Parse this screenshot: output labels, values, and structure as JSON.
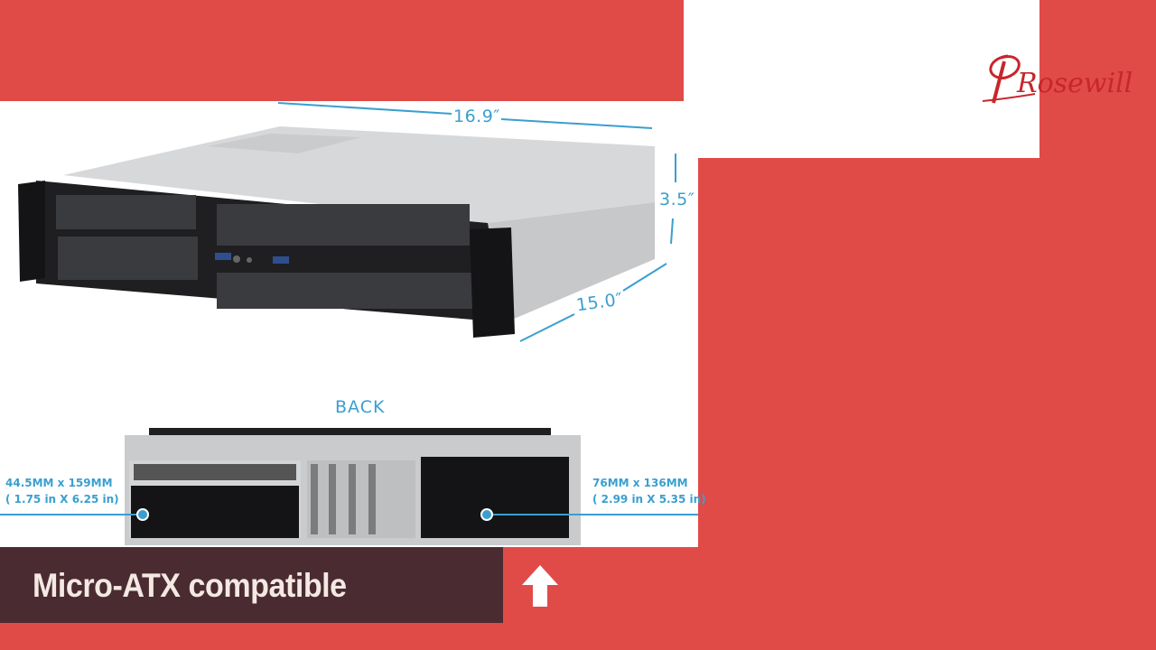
{
  "dimensions": {
    "width": "16.9″",
    "height": "3.5″",
    "depth": "15.0″"
  },
  "back_label": "BACK",
  "left_bay": {
    "mm": "44.5MM  x  159MM",
    "inches": "( 1.75 in  X  6.25 in)"
  },
  "right_bay": {
    "mm": "76MM  x  136MM",
    "inches": "( 2.99 in  X  5.35 in)"
  },
  "brand": "Rosewill",
  "caption": "Micro-ATX compatible",
  "colors": {
    "background": "#e04b48",
    "caption_bar": "#4a2b31",
    "dimension_blue": "#3a9fd0",
    "brand_red": "#c8262b"
  },
  "icons": {
    "arrow": "up-arrow-icon"
  }
}
